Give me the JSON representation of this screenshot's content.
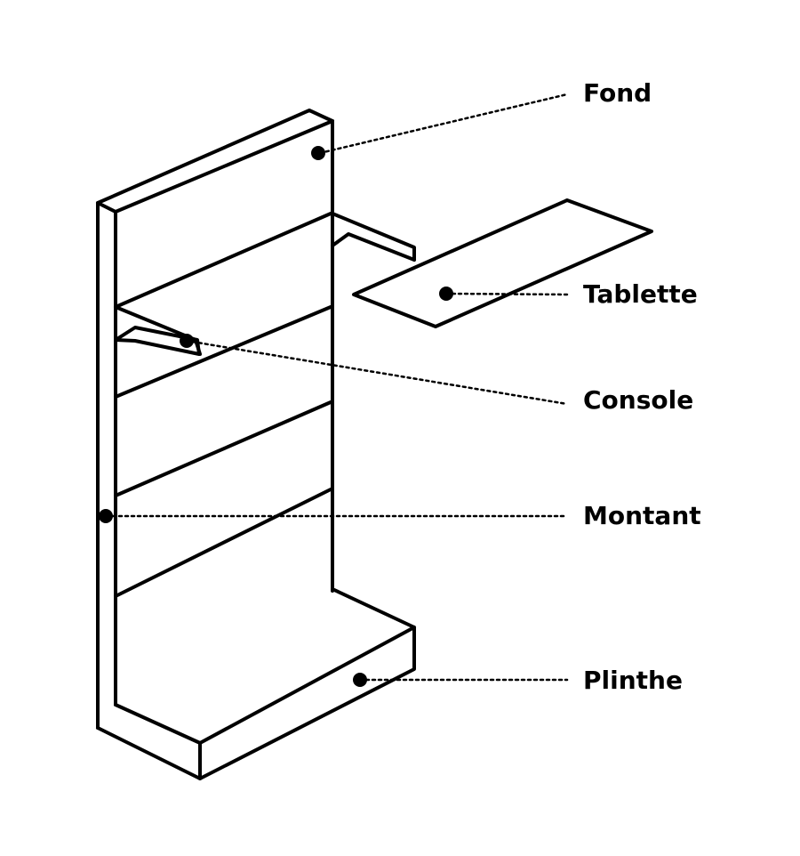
{
  "labels": {
    "fond": "Fond",
    "tablette": "Tablette",
    "console": "Console",
    "montant": "Montant",
    "plinthe": "Plinthe"
  },
  "colors": {
    "line": "#000000",
    "background": "#ffffff"
  }
}
